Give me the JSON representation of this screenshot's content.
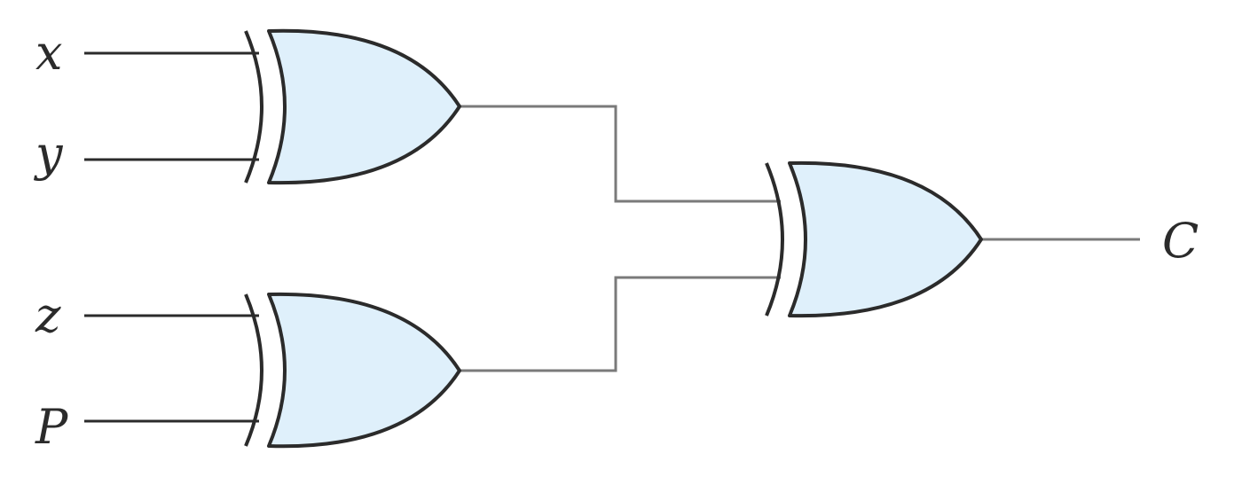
{
  "diagram": {
    "type": "logic-circuit",
    "gate_type": "XOR",
    "gate_fill_color": "#dff0fb",
    "line_color": "#2b2b2b",
    "internal_wire_color": "#7a7a7a",
    "inputs": {
      "x": "x",
      "y": "y",
      "z": "z",
      "p": "P"
    },
    "output": "C",
    "gates": [
      {
        "id": "xor-1",
        "inputs": [
          "x",
          "y"
        ]
      },
      {
        "id": "xor-2",
        "inputs": [
          "z",
          "P"
        ]
      },
      {
        "id": "xor-3",
        "inputs": [
          "xor-1",
          "xor-2"
        ],
        "output": "C"
      }
    ]
  }
}
